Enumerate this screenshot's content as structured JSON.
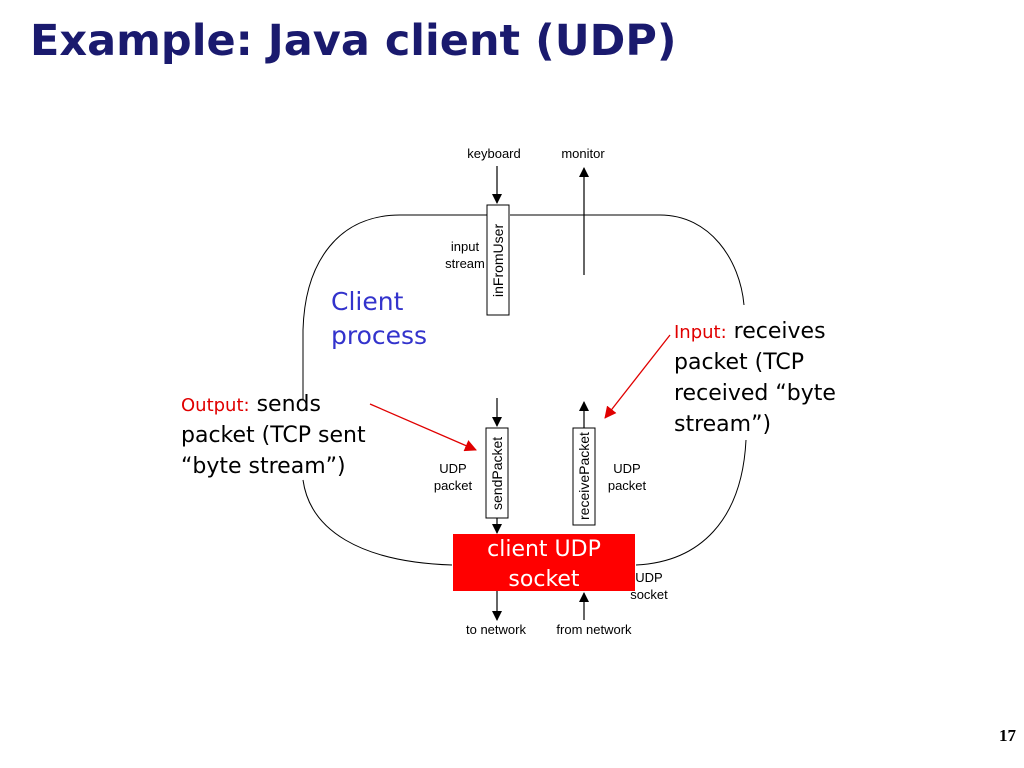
{
  "slide": {
    "title": "Example: Java client (UDP)",
    "page_number": "17"
  },
  "diagram": {
    "keyboard": "keyboard",
    "monitor": "monitor",
    "input_stream": [
      "input",
      "stream"
    ],
    "in_from_user": "inFromUser",
    "client_process": [
      "Client",
      "process"
    ],
    "input_note": {
      "key": "Input:",
      "lines": [
        " receives",
        "packet (TCP",
        "received “byte",
        "stream”)"
      ]
    },
    "output_note": {
      "key": "Output:",
      "lines": [
        " sends",
        "packet (TCP sent",
        "“byte stream”)"
      ]
    },
    "udp_packet_left": [
      "UDP",
      "packet"
    ],
    "udp_packet_right": [
      "UDP",
      "packet"
    ],
    "send_packet": "sendPacket",
    "receive_packet": "receivePacket",
    "client_udp_socket": [
      "client UDP",
      "socket"
    ],
    "udp_socket": [
      "UDP",
      "socket"
    ],
    "to_network": "to network",
    "from_network": "from network",
    "colors": {
      "title": "#1a1a6e",
      "process_label": "#3333cc",
      "accent_red": "#e00000",
      "socket_fill": "#ff0000"
    }
  }
}
